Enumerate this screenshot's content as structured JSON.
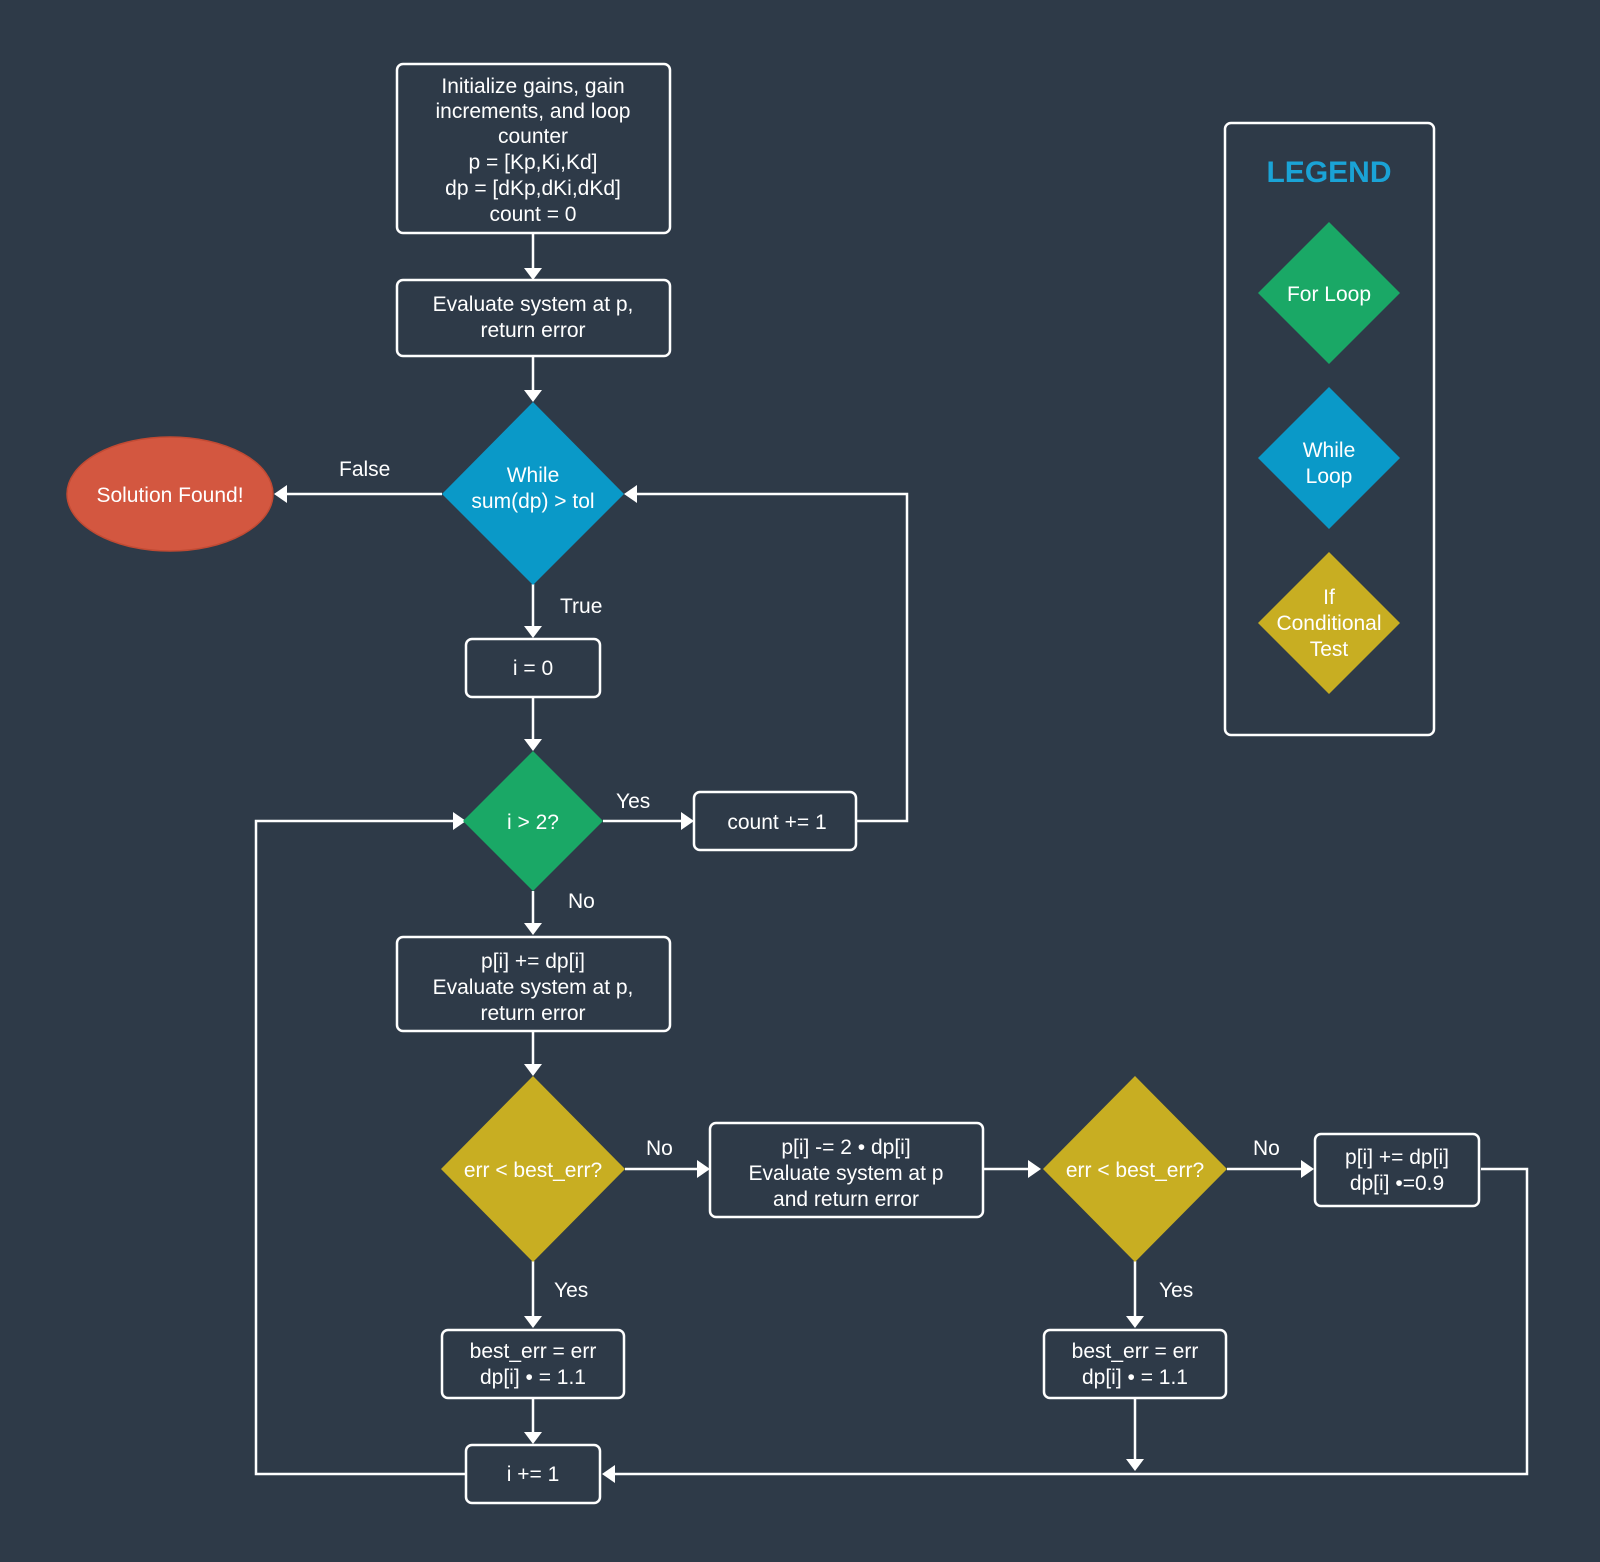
{
  "colors": {
    "background": "#2e3a48",
    "while_loop": "#0a99c8",
    "for_loop": "#1aa866",
    "if_test": "#c8ae22",
    "terminal": "#d35740",
    "legend_title": "#1aa3d6"
  },
  "nodes": {
    "init": [
      "Initialize gains, gain",
      "increments, and loop",
      "counter",
      "p = [Kp,Ki,Kd]",
      "dp = [dKp,dKi,dKd]",
      "count = 0"
    ],
    "eval1": [
      "Evaluate system at p,",
      "return error"
    ],
    "while": [
      "While",
      "sum(dp) > tol"
    ],
    "solution": "Solution Found!",
    "i0": "i = 0",
    "for": "i > 2?",
    "count": "count += 1",
    "step1": [
      "p[i] += dp[i]",
      "Evaluate system at p,",
      "return error"
    ],
    "if1": "err < best_err?",
    "step2": [
      "p[i] -= 2 • dp[i]",
      "Evaluate system at p",
      "and return error"
    ],
    "if2": "err < best_err?",
    "nobox": [
      "p[i] += dp[i]",
      "dp[i] •=0.9"
    ],
    "yes1": [
      "best_err = err",
      "dp[i] • = 1.1"
    ],
    "yes2": [
      "best_err = err",
      "dp[i] • = 1.1"
    ],
    "inc": "i += 1"
  },
  "edge_labels": {
    "false": "False",
    "true": "True",
    "yes_for": "Yes",
    "no_for": "No",
    "no_if1": "No",
    "yes_if1": "Yes",
    "no_if2": "No",
    "yes_if2": "Yes"
  },
  "legend": {
    "title": "LEGEND",
    "for_loop": "For Loop",
    "while_loop": [
      "While",
      "Loop"
    ],
    "if_test": [
      "If",
      "Conditional",
      "Test"
    ]
  }
}
